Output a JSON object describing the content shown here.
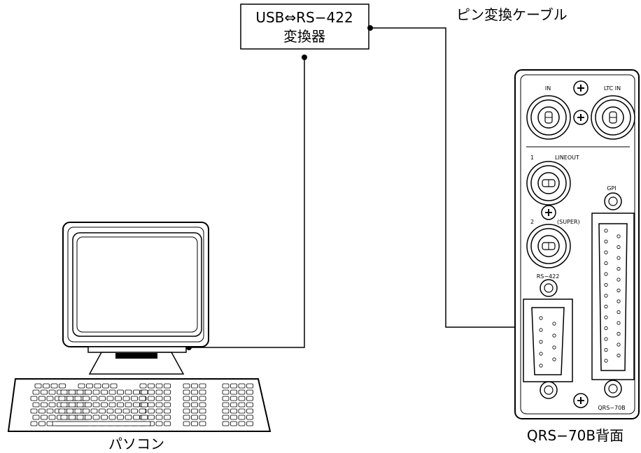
{
  "converter": {
    "line1": "USB⇔RS−422",
    "line2": "変換器"
  },
  "cable_label": "ピン変換ケーブル",
  "pc_label": "パソコン",
  "device_caption": "QRS−70B背面",
  "panel": {
    "label_in": "IN",
    "label_ltc_in": "LTC IN",
    "label_1": "1",
    "label_lineout": "LINEOUT",
    "label_2": "2",
    "label_super": "(SUPER)",
    "label_gpi": "GPI",
    "label_rs422": "RS−422",
    "label_model": "QRS−70B"
  }
}
